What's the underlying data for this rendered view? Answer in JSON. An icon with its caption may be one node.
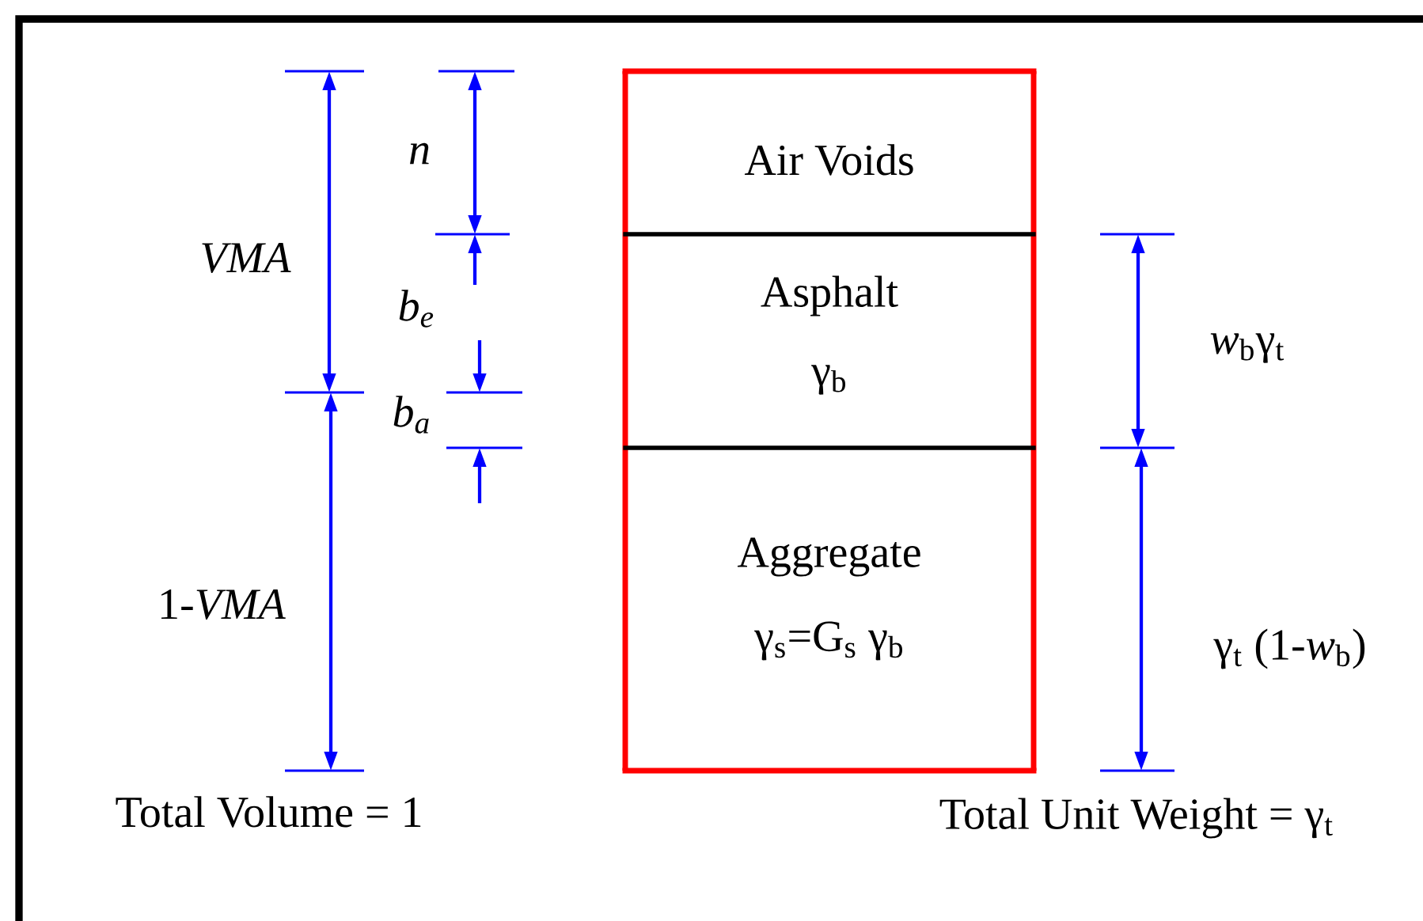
{
  "diagram": {
    "nodes": [
      {
        "text": [
          "Air Voids"
        ]
      },
      {
        "text": [
          "Asphalt",
          "γ$_{b}$"
        ]
      },
      {
        "text": [
          "Aggregate",
          "γ$_{s}$=G$_{s}$ γ$_{b}$"
        ]
      }
    ],
    "labels": [
      "n",
      "VMA",
      "b$_{e}$",
      "*w*$_{b}$γ$_{t}$",
      "b$_{a}$",
      "1-*VMA*",
      "γ$_{t}$ (1-*w*$_{b}$)",
      "Total Volume = 1",
      "Total Unit Weight = γ$_{t}$"
    ]
  }
}
